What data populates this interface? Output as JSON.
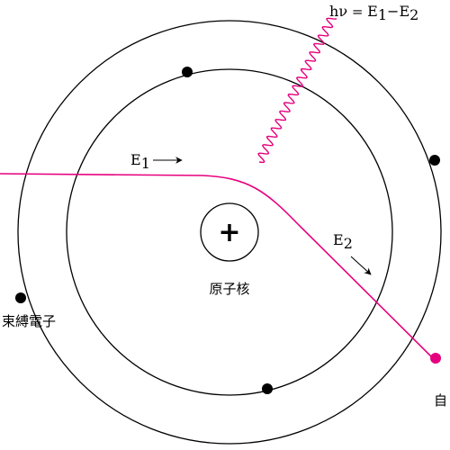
{
  "labels": {
    "nucleus": "原子核",
    "bound_electron": "束縛電子",
    "free_electron_partial": "自",
    "plus_sign": "+",
    "photon_formula": {
      "h": "h",
      "nu": "ν",
      "eq": " = ",
      "e1": "E",
      "e1_sub": "1",
      "minus": "−",
      "e2": "E",
      "e2_sub": "2"
    },
    "energy_1": {
      "e": "E",
      "sub": "1"
    },
    "energy_2": {
      "e": "E",
      "sub": "2"
    }
  },
  "colors": {
    "orbit": "#000000",
    "electron": "#000000",
    "trajectory": "#e6007e",
    "photon": "#e6007e",
    "free_electron": "#e6007e"
  }
}
